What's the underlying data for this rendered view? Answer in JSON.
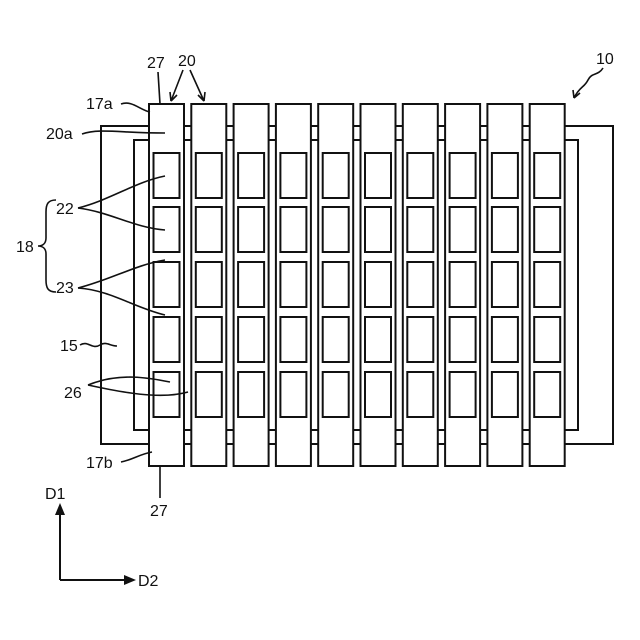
{
  "figure": {
    "labels": {
      "ref_10": "10",
      "ref_15": "15",
      "ref_17a": "17a",
      "ref_17b": "17b",
      "ref_18": "18",
      "ref_20": "20",
      "ref_20a": "20a",
      "ref_22": "22",
      "ref_23": "23",
      "ref_26": "26",
      "ref_27_top": "27",
      "ref_27_bottom": "27",
      "axis_d1": "D1",
      "axis_d2": "D2"
    },
    "strip_count": 10,
    "cells_per_strip": 5
  }
}
